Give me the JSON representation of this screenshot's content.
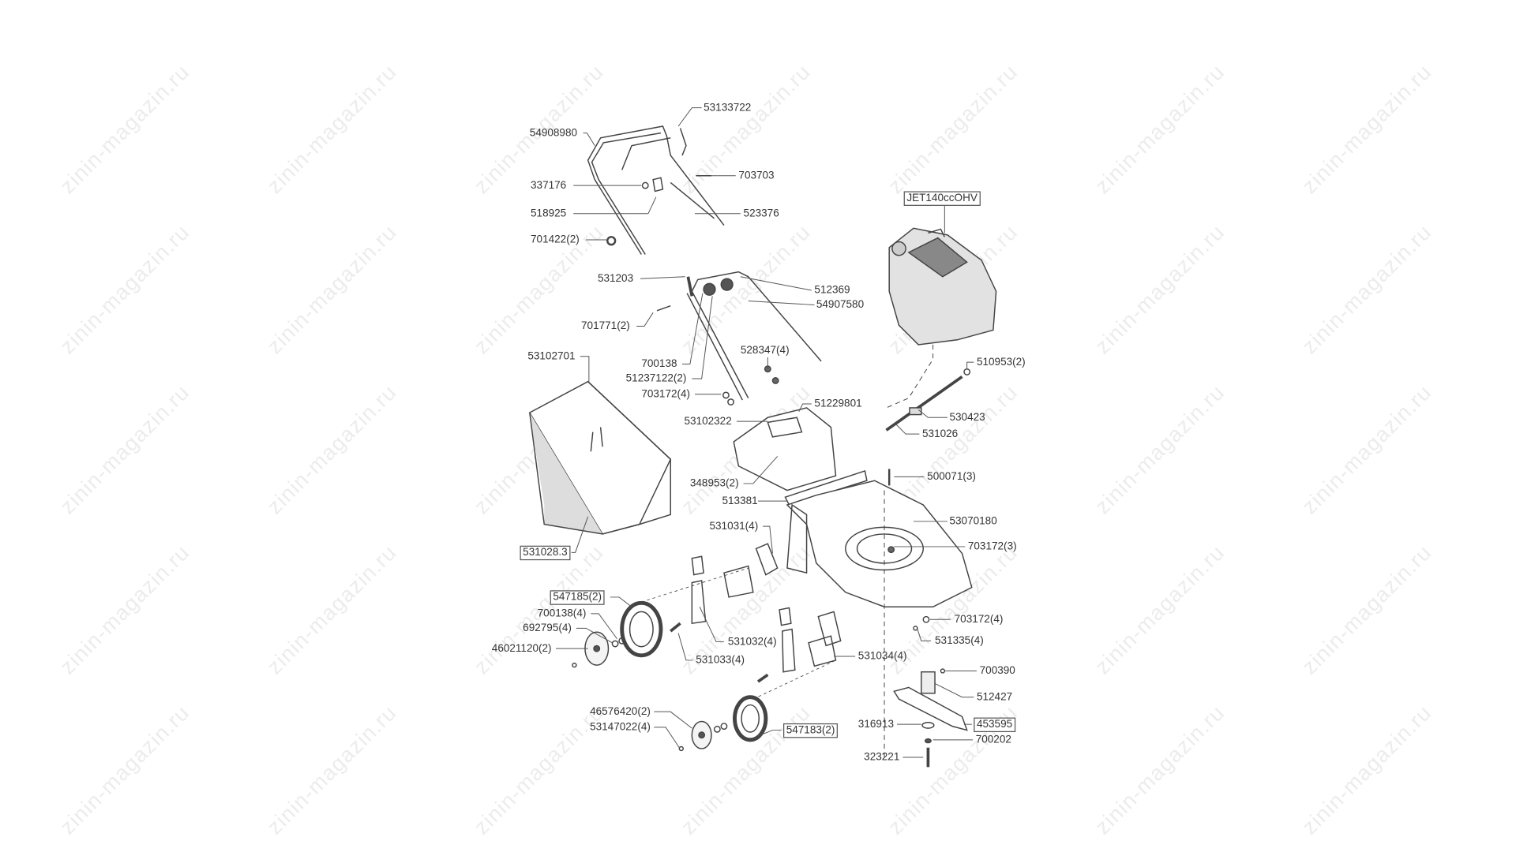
{
  "watermark": "zinin-magazin.ru",
  "engine_label": "JET140ccOHV",
  "labels": [
    "53133722",
    "54908980",
    "337176",
    "703703",
    "518925",
    "523376",
    "701422(2)",
    "531203",
    "512369",
    "54907580",
    "701771(2)",
    "528347(4)",
    "510953(2)",
    "53102701",
    "700138",
    "51237122(2)",
    "703172(4)",
    "51229801",
    "530423",
    "53102322",
    "531026",
    "348953(2)",
    "500071(3)",
    "513381",
    "53070180",
    "531031(4)",
    "703172(3)",
    "531028.3",
    "547185(2)",
    "700138(4)",
    "703172(4)",
    "692795(4)",
    "531032(4)",
    "531335(4)",
    "46021120(2)",
    "531034(4)",
    "531033(4)",
    "700390",
    "512427",
    "46576420(2)",
    "316913",
    "453595",
    "547183(2)",
    "53147022(4)",
    "700202",
    "323221"
  ]
}
